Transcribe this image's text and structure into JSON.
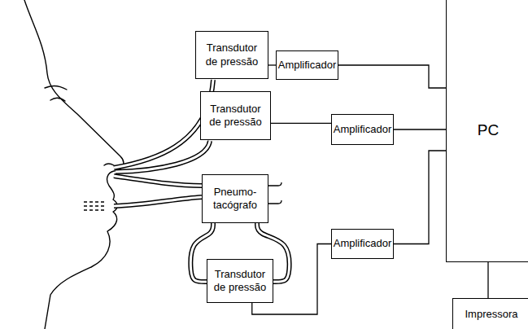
{
  "diagram": {
    "nodes": [
      {
        "text": [
          "Transdutor de pressão"
        ]
      },
      {
        "text": [
          "Amplificador"
        ]
      },
      {
        "text": [
          "Transdutor de pressão"
        ]
      },
      {
        "text": [
          "Amplificador"
        ]
      },
      {
        "text": [
          "Pneumo- tacógrafo"
        ]
      },
      {
        "text": [
          "Transdutor de pressão"
        ]
      },
      {
        "text": [
          "Amplificador"
        ]
      },
      {
        "text": [
          "PC"
        ]
      },
      {
        "text": [
          "Impressora"
        ]
      }
    ],
    "edges": [
      {
        "from": 0,
        "to": 1,
        "arrow": "none"
      },
      {
        "from": 1,
        "to": 7,
        "arrow": "none"
      },
      {
        "from": 2,
        "to": 3,
        "arrow": "none"
      },
      {
        "from": 3,
        "to": 7,
        "arrow": "none"
      },
      {
        "from": 4,
        "to": 5,
        "arrow": "none"
      },
      {
        "from": 5,
        "to": 6,
        "arrow": "none"
      },
      {
        "from": 6,
        "to": 7,
        "arrow": "none"
      },
      {
        "from": 7,
        "to": 8,
        "arrow": "none"
      }
    ]
  }
}
